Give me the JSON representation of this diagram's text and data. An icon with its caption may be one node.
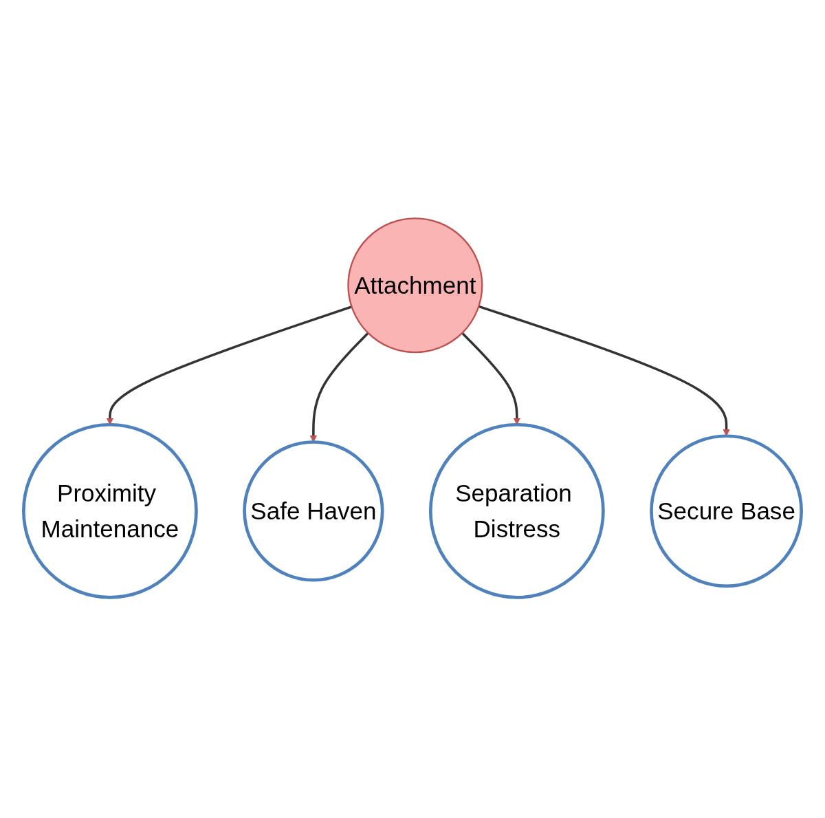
{
  "diagram": {
    "nodes": [
      {
        "text": [
          "Proximity Maintenance"
        ]
      },
      {
        "text": [
          "Safe Haven"
        ]
      },
      {
        "text": [
          "Attachment"
        ]
      },
      {
        "text": [
          "Separation Distress"
        ]
      },
      {
        "text": [
          "Secure Base"
        ]
      }
    ],
    "edges": [
      {
        "from": 2,
        "to": 0,
        "arrow": "to"
      },
      {
        "from": 2,
        "to": 1,
        "arrow": "to"
      },
      {
        "from": 2,
        "to": 3,
        "arrow": "to"
      },
      {
        "from": 2,
        "to": 4,
        "arrow": "to"
      }
    ]
  }
}
